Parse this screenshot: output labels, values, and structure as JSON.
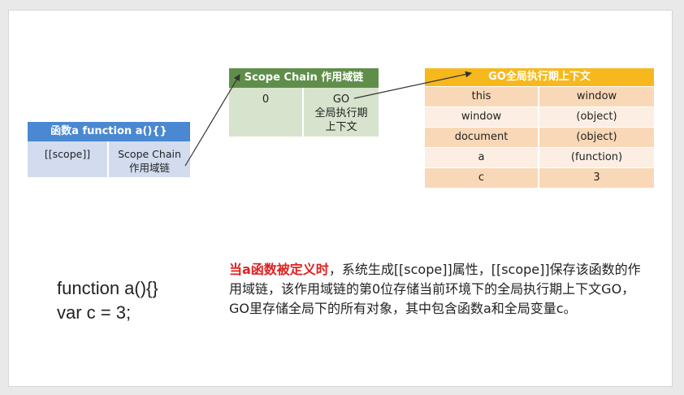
{
  "function_table": {
    "header": "函数a    function a(){}",
    "rows": [
      {
        "key": "[[scope]]",
        "value": "Scope Chain\n作用域链"
      }
    ]
  },
  "scope_chain_table": {
    "header": "Scope Chain 作用域链",
    "rows": [
      {
        "index": "0",
        "value": "GO\n全局执行期\n上下文"
      }
    ]
  },
  "go_table": {
    "header": "GO全局执行期上下文",
    "rows": [
      {
        "key": "this",
        "value": "window"
      },
      {
        "key": "window",
        "value": "(object)"
      },
      {
        "key": "document",
        "value": "(object)"
      },
      {
        "key": "a",
        "value": "(function)"
      },
      {
        "key": "c",
        "value": "3"
      }
    ]
  },
  "code": {
    "line1": "function a(){}",
    "line2": "var c = 3;"
  },
  "description": {
    "highlight": "当a函数被定义时",
    "text": "，系统生成[[scope]]属性，[[scope]]保存该函数的作用域链，该作用域链的第0位存储当前环境下的全局执行期上下文GO，GO里存储全局下的所有对象，其中包含函数a和全局变量c。"
  },
  "colors": {
    "function_header": "#4a88d1",
    "function_body": "#d2dcee",
    "scope_header": "#5f8e4a",
    "scope_body": "#d7e3cd",
    "go_header": "#f6b81c",
    "go_row_dark": "#f9d8b8",
    "go_row_light": "#fceee3",
    "highlight": "#e02020"
  }
}
